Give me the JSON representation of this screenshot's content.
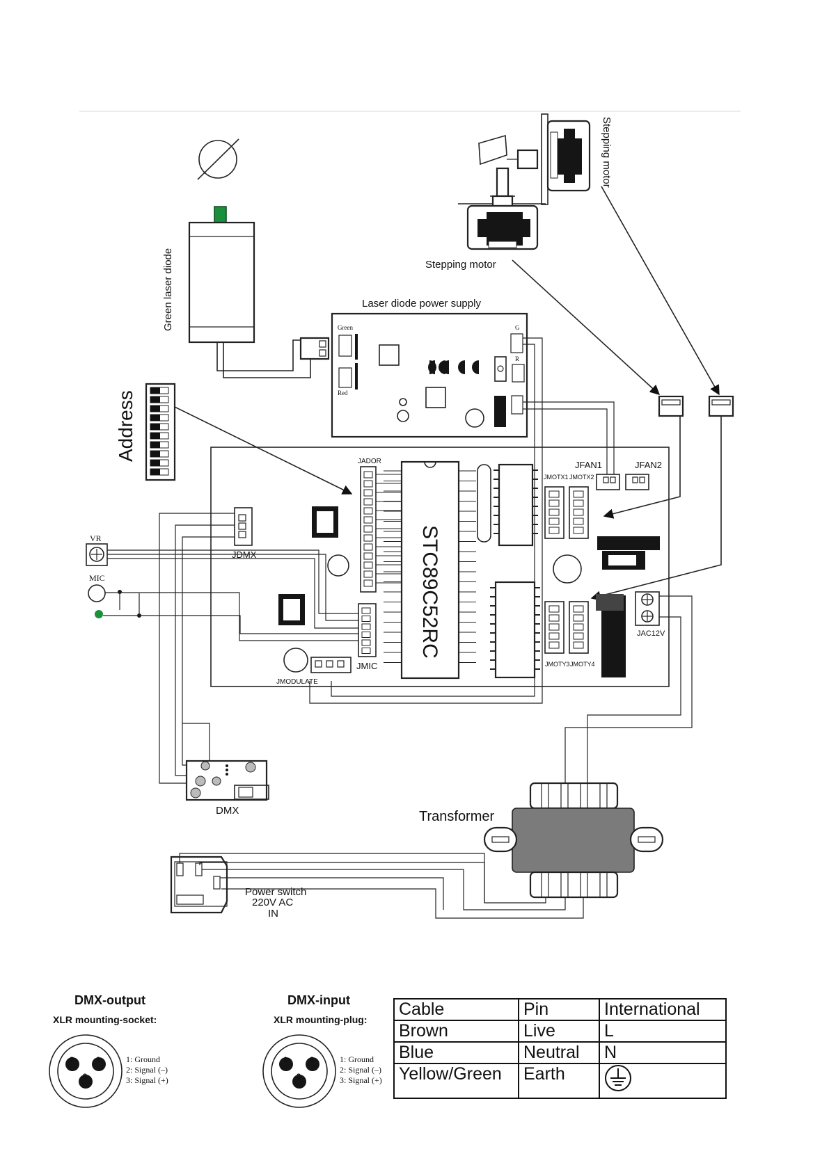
{
  "diagram": {
    "laser_diode": "Green laser diode",
    "stepping_motor_right": "Stepping motor",
    "stepping_motor_bottom": "Stepping motor",
    "laser_power_supply": "Laser diode power supply",
    "psu_green": "Green",
    "psu_red": "Red",
    "psu_g": "G",
    "psu_r": "R",
    "address": "Address",
    "jador": "JADOR",
    "mcu": "STC89C52RC",
    "jfan1": "JFAN1",
    "jfan2": "JFAN2",
    "jmotx1": "JMOTX1",
    "jmotx2": "JMOTX2",
    "jmoty3": "JMOTY3",
    "jmoty4": "JMOTY4",
    "jac12v": "JAC12V",
    "jdmx": "JDMX",
    "jmic": "JMIC",
    "jmodulate": "JMODULATE",
    "vr": "VR",
    "mic": "MIC",
    "dmx": "DMX",
    "transformer": "Transformer",
    "power_switch": "Power switch",
    "power_voltage": "220V  AC",
    "power_in": "IN"
  },
  "dmx_output": {
    "title": "DMX-output",
    "subtitle": "XLR mounting-socket:",
    "pins": [
      "1: Ground",
      "2: Signal (–)",
      "3: Signal (+)"
    ],
    "pin_numbers": [
      "2",
      "1",
      "3"
    ]
  },
  "dmx_input": {
    "title": "DMX-input",
    "subtitle": "XLR mounting-plug:",
    "pins": [
      "1: Ground",
      "2: Signal (–)",
      "3: Signal (+)"
    ],
    "pin_numbers": [
      "1",
      "2",
      "3"
    ]
  },
  "cable_table": {
    "headers": [
      "Cable",
      "Pin",
      "International"
    ],
    "rows": [
      [
        "Brown",
        "Live",
        "L"
      ],
      [
        "Blue",
        "Neutral",
        "N"
      ],
      [
        "Yellow/Green",
        "Earth",
        ""
      ]
    ]
  },
  "icons": [
    "earth-ground-icon"
  ]
}
